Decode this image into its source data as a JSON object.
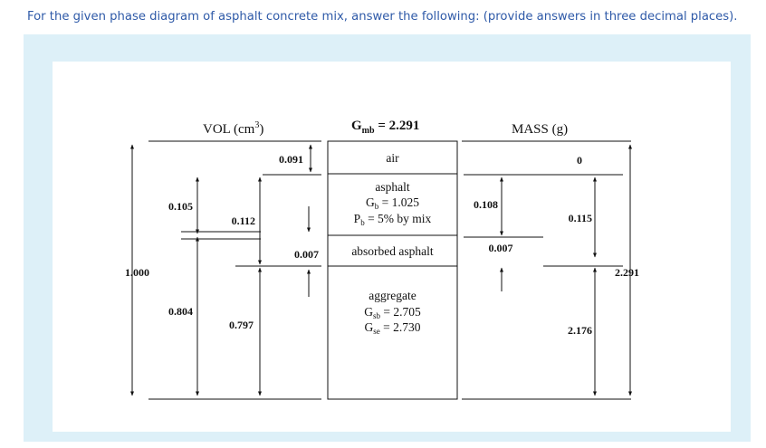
{
  "question": "For the given phase diagram of asphalt concrete mix, answer the following: (provide answers in three decimal places).",
  "diagram": {
    "headers": {
      "vol_prefix": "VOL (cm",
      "vol_sup": "3",
      "vol_suffix": ")",
      "gmb_main": "G",
      "gmb_sub": "mb",
      "gmb_value": " = 2.291",
      "mass": "MASS (g)"
    },
    "phases": {
      "air": "air",
      "asphalt_title": "asphalt",
      "asphalt_gb_main": "G",
      "asphalt_gb_sub": "b",
      "asphalt_gb_value": " = 1.025",
      "asphalt_pb_main": "P",
      "asphalt_pb_sub": "b",
      "asphalt_pb_value": " = 5% by mix",
      "absorbed": "absorbed asphalt",
      "aggregate_title": "aggregate",
      "agg_gsb_main": "G",
      "agg_gsb_sub": "sb",
      "agg_gsb_value": " = 2.705",
      "agg_gse_main": "G",
      "agg_gse_sub": "se",
      "agg_gse_value": " = 2.730"
    },
    "volumes": {
      "air": "0.091",
      "effective_asphalt": "0.112",
      "total_asphalt": "0.105",
      "absorbed": "0.007",
      "aggregate_total": "0.804",
      "aggregate_net": "0.797",
      "total": "1.000"
    },
    "masses": {
      "air": "0",
      "total_asphalt": "0.108",
      "effective_asphalt": "0.115",
      "absorbed": "0.007",
      "aggregate": "2.176",
      "total": "2.291"
    }
  }
}
